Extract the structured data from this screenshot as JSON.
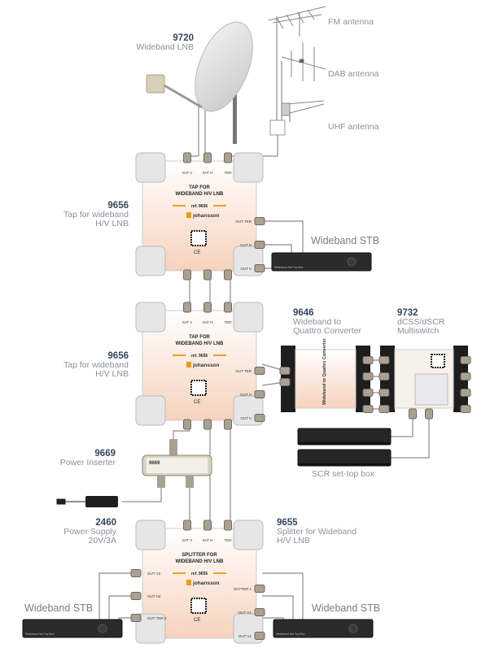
{
  "lnb": {
    "number": "9720",
    "name": "Wideband LNB"
  },
  "antennas": {
    "fm": "FM antenna",
    "dab": "DAB antenna",
    "uhf": "UHF antenna"
  },
  "tap1": {
    "number": "9656",
    "line1": "Tap for wideband",
    "line2": "H/V LNB"
  },
  "tap2": {
    "number": "9656",
    "line1": "Tap for wideband",
    "line2": "H/V LNB"
  },
  "converter": {
    "number": "9646",
    "line1": "Wideband to",
    "line2": "Quattro Converter",
    "device_text": "Wideband to Quattro Converter"
  },
  "multiswitch": {
    "number": "9732",
    "line1": "dCSS/dSCR",
    "line2": "Multiswitch"
  },
  "inserter": {
    "number": "9669",
    "name": "Power Inserter"
  },
  "psu": {
    "number": "2460",
    "line1": "Power Supply",
    "line2": "20V/3A"
  },
  "splitter": {
    "number": "9655",
    "line1": "Splitter for Wideband",
    "line2": "H/V LNB"
  },
  "stb": {
    "label": "Wideband STB",
    "device_text": "Wideband Set Top Box"
  },
  "scr": {
    "label": "SCR set-top box"
  },
  "devices": {
    "tap": {
      "title1": "TAP FOR",
      "title2": "WIDEBAND H/V LNB",
      "ref": "ref. 9656",
      "brand": "johansson",
      "in_ports": [
        "SAT V",
        "SAT H",
        "TER"
      ],
      "out_ports": [
        "OUT TER",
        "OUT H",
        "OUT V"
      ]
    },
    "splitter": {
      "title1": "SPLITTER FOR",
      "title2": "WIDEBAND H/V LNB",
      "ref": "ref. 9655",
      "brand": "johansson",
      "in_ports": [
        "SAT V",
        "SAT H",
        "TER"
      ],
      "right_ports": [
        "OUTTER 1",
        "OUT H1",
        "OUT V1"
      ],
      "left_ports": [
        "OUT V2",
        "OUT H2",
        "OUT TER 2"
      ]
    }
  },
  "colors": {
    "cable": "#8c8c8c",
    "number": "#34475c",
    "label": "#8b9097",
    "accent": "#f0a020"
  }
}
